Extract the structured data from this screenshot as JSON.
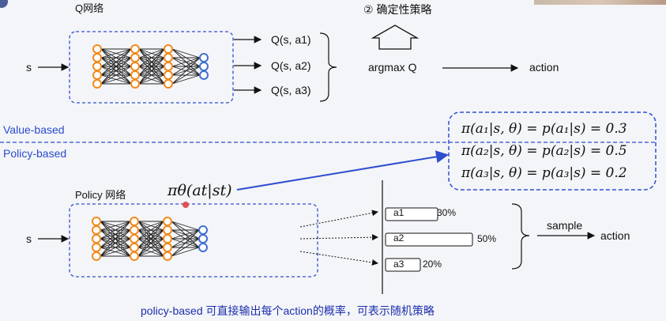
{
  "q_network": {
    "title": "Q网络",
    "input": "s",
    "outputs": [
      "Q(s, a1)",
      "Q(s, a2)",
      "Q(s, a3)"
    ],
    "argmax": "argmax Q",
    "action": "action",
    "heading": "② 确定性策略"
  },
  "divider": {
    "value_based": "Value-based",
    "policy_based": "Policy-based"
  },
  "policy_network": {
    "title": "Policy 网络",
    "input": "s",
    "policy_formula": "πθ(at|st)",
    "probabilities": [
      "π(a₁|s, θ) = p(a₁|s) = 0.3",
      "π(a₂|s, θ) = p(a₂|s) = 0.5",
      "π(a₃|s, θ) = p(a₃|s) = 0.2"
    ],
    "bars": [
      {
        "label": "a1",
        "percent": "30%",
        "value": 0.3
      },
      {
        "label": "a2",
        "percent": "50%",
        "value": 0.5
      },
      {
        "label": "a3",
        "percent": "20%",
        "value": 0.2
      }
    ],
    "sample": "sample",
    "action": "action"
  },
  "note": "policy-based 可直接输出每个action的概率，可表示随机策略",
  "colors": {
    "node_orange": "#f08a1c",
    "node_blue": "#3f6fd1",
    "dash_blue": "#2d4fd0",
    "highlight_red": "#e05050"
  }
}
